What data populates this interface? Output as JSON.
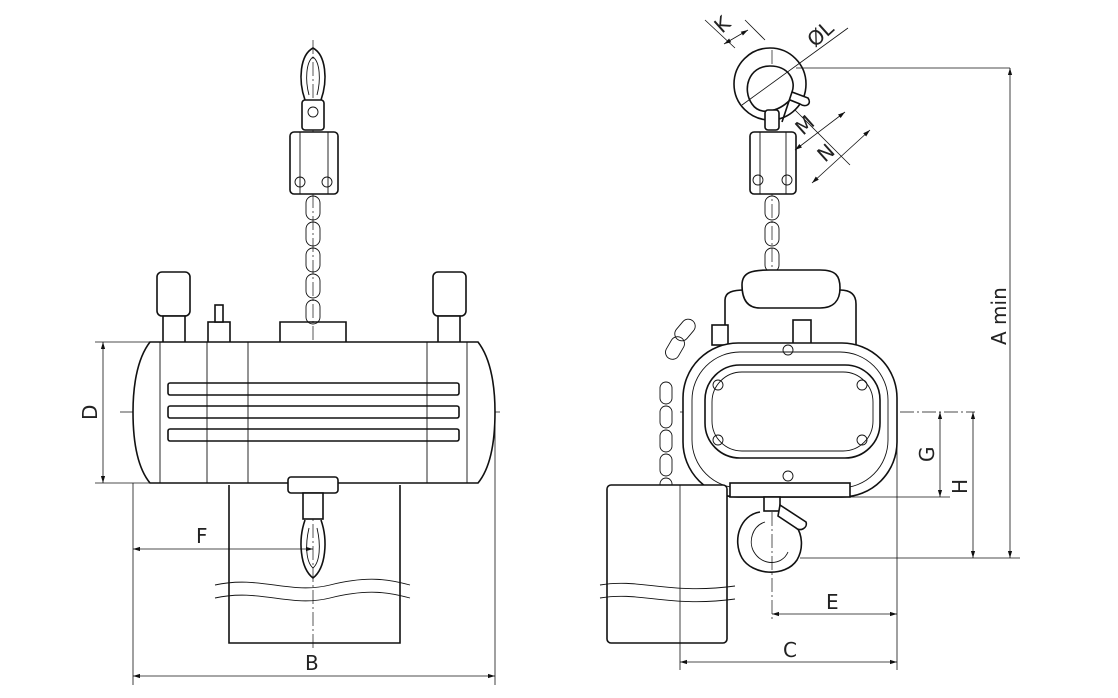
{
  "title": "Electric chain hoist dimension drawing",
  "dimensions": {
    "K": "K",
    "L": "ØL",
    "M": "M",
    "N": "N",
    "A": "A min",
    "G": "G",
    "H": "H",
    "E": "E",
    "C": "C",
    "D": "D",
    "F": "F",
    "B": "B"
  }
}
